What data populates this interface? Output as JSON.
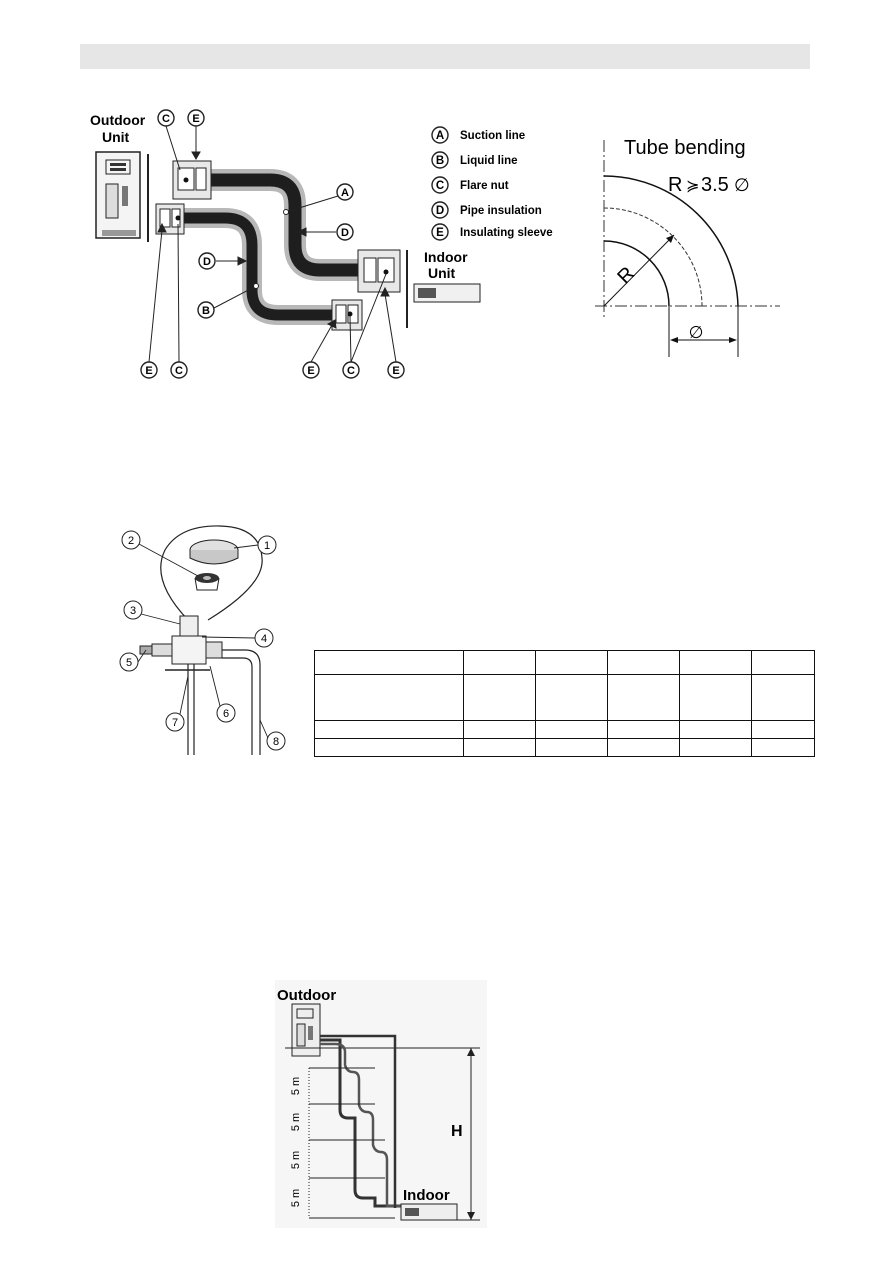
{
  "top_figure": {
    "outdoor_unit_label": [
      "Outdoor",
      "Unit"
    ],
    "indoor_unit_label": [
      "Indoor",
      "Unit"
    ],
    "legend": [
      {
        "letter": "A",
        "text": "Suction line"
      },
      {
        "letter": "B",
        "text": "Liquid line"
      },
      {
        "letter": "C",
        "text": "Flare nut"
      },
      {
        "letter": "D",
        "text": "Pipe insulation"
      },
      {
        "letter": "E",
        "text": "Insulating sleeve"
      }
    ],
    "callout_letters": {
      "c_top": "C",
      "e_top": "E",
      "a_right": "A",
      "d_right": "D",
      "d_left": "D",
      "b_left": "B",
      "e_bottom_1": "E",
      "c_bottom_1": "C",
      "e_bottom_2": "E",
      "c_bottom_2": "C",
      "e_bottom_3": "E"
    }
  },
  "tube_bending": {
    "title": "Tube bending",
    "formula_r": "R",
    "formula_rel": "≽",
    "formula_val": "3.5",
    "diameter_symbol": "∅",
    "radius_label": "R"
  },
  "valve_figure": {
    "callouts": [
      "1",
      "2",
      "3",
      "4",
      "5",
      "6",
      "7",
      "8"
    ]
  },
  "table": {
    "rows": 4,
    "cols": 6,
    "cells": [
      [
        "",
        "",
        "",
        "",
        "",
        ""
      ],
      [
        "",
        "",
        "",
        "",
        "",
        ""
      ],
      [
        "",
        "",
        "",
        "",
        "",
        ""
      ],
      [
        "",
        "",
        "",
        "",
        "",
        ""
      ]
    ]
  },
  "height_figure": {
    "outdoor_label": "Outdoor",
    "indoor_label": "Indoor",
    "h_label": "H",
    "segment_labels": [
      "5 m",
      "5 m",
      "5 m",
      "5 m"
    ]
  }
}
